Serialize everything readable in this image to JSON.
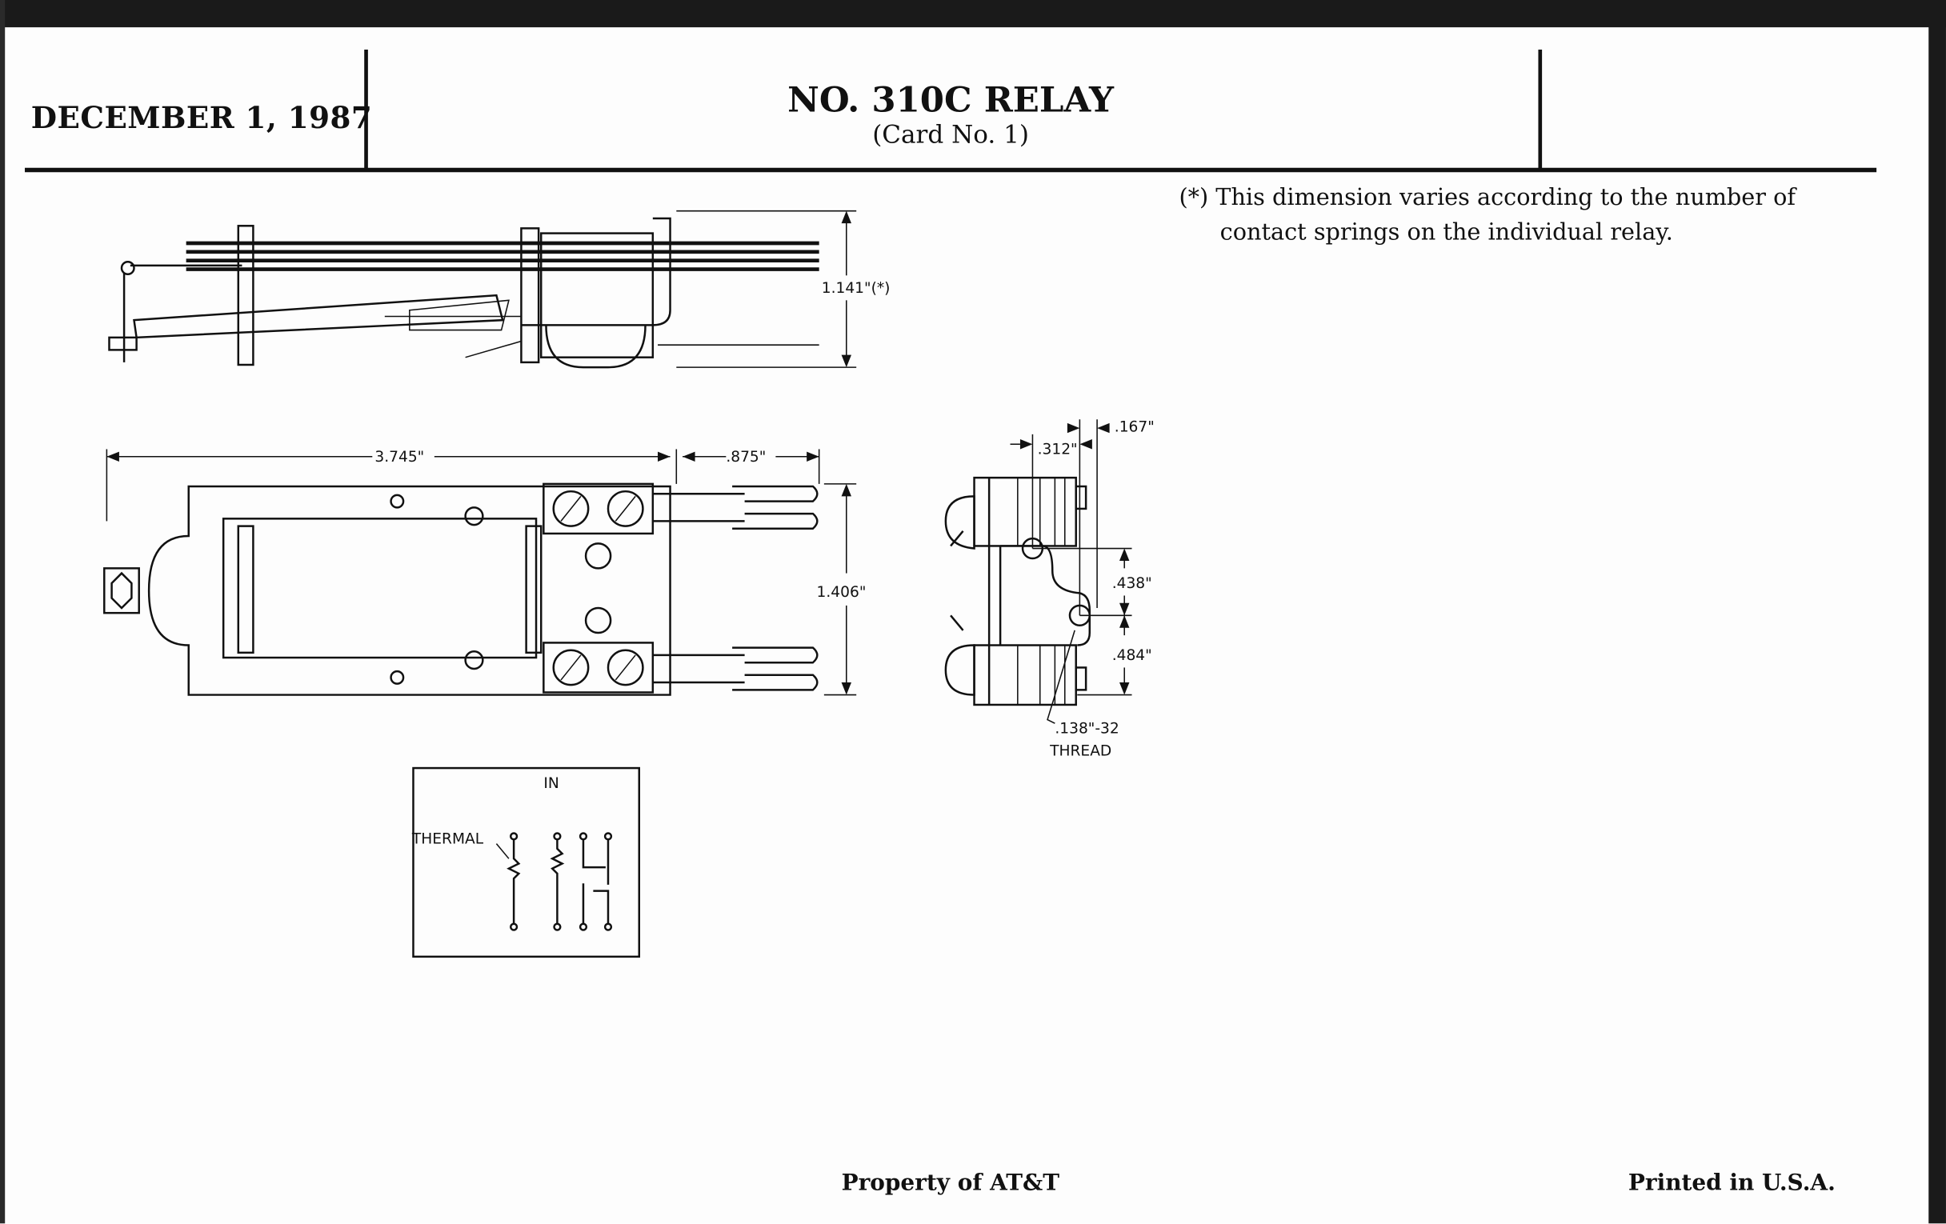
{
  "header": {
    "date": "DECEMBER 1, 1987",
    "title": "NO. 310C RELAY",
    "subtitle": "(Card No. 1)"
  },
  "note": {
    "line1": "(*) This dimension varies according to the number of",
    "line2": "contact springs on the individual relay."
  },
  "drawing": {
    "side_view": {
      "height_dim": "1.141\"(*)"
    },
    "plan_view": {
      "length_dim": "3.745\"",
      "terminal_dim": ".875\"",
      "width_dim": "1.406\""
    },
    "end_view": {
      "dim_a": ".167\"",
      "dim_b": ".312\"",
      "dim_c": ".438\"",
      "dim_d": ".484\"",
      "thread_1": ".138\"-32",
      "thread_2": "THREAD"
    },
    "schematic": {
      "label_in": "IN",
      "label_thermal": "THERMAL"
    }
  },
  "footer": {
    "property": "Property of AT&T",
    "printed": "Printed in U.S.A."
  }
}
